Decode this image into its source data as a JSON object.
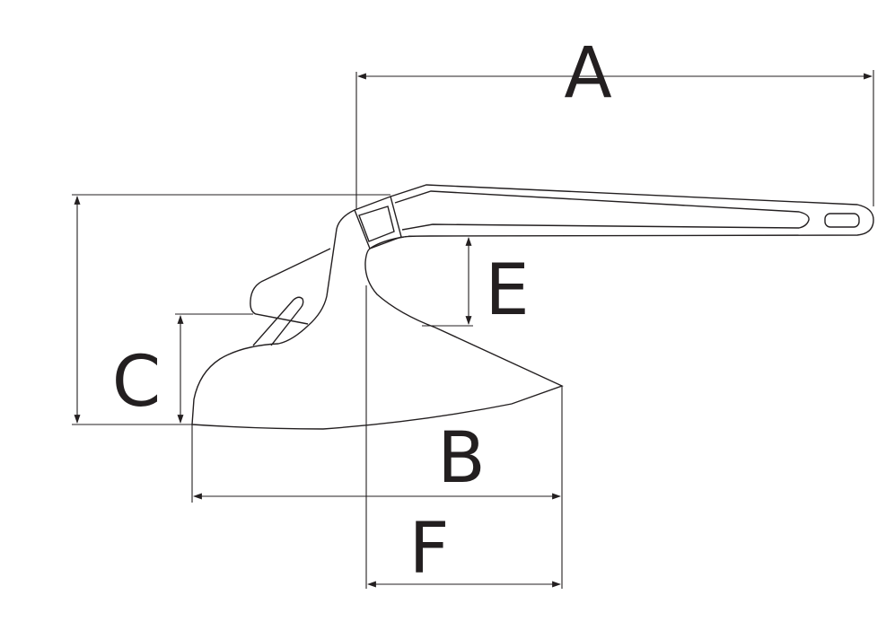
{
  "diagram": {
    "subject": "anchor",
    "dimension_labels": {
      "a": "A",
      "b": "B",
      "c": "C",
      "e": "E",
      "f": "F"
    },
    "line_color": "#231f20"
  }
}
